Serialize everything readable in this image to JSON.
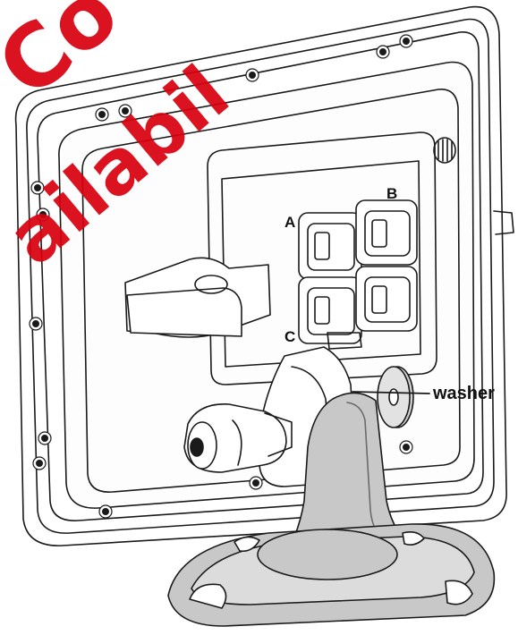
{
  "callout": {
    "washer": "washer"
  },
  "ports": {
    "a": "A",
    "b": "B",
    "c": "C"
  },
  "watermark": {
    "line1": "Co",
    "line2": "ailabil"
  },
  "colors": {
    "line": "#1a1a1a",
    "shade": "#c8c8c8",
    "shade_dark": "#9a9a9a",
    "watermark": "#d9000f"
  }
}
